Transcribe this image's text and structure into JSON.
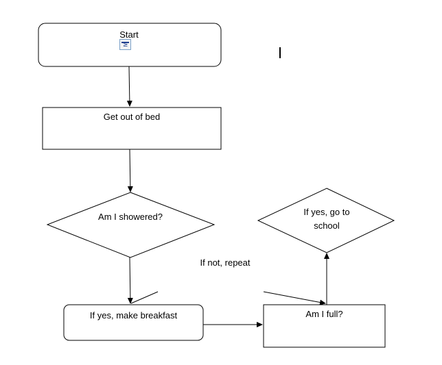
{
  "flowchart": {
    "nodes": {
      "start": {
        "label": "Start",
        "icon": "wrap-text-icon"
      },
      "get_out_of_bed": {
        "label": "Get out of bed"
      },
      "am_i_showered": {
        "label": "Am I showered?"
      },
      "make_breakfast": {
        "label": "If yes, make breakfast"
      },
      "am_i_full": {
        "label": "Am I full?"
      },
      "go_to_school": {
        "label": "If yes, go to school"
      }
    },
    "edges": [
      {
        "from": "start",
        "to": "get_out_of_bed",
        "label": ""
      },
      {
        "from": "get_out_of_bed",
        "to": "am_i_showered",
        "label": ""
      },
      {
        "from": "am_i_showered",
        "to": "make_breakfast",
        "label": ""
      },
      {
        "from": "make_breakfast",
        "to": "am_i_full",
        "label": ""
      },
      {
        "from": "am_i_full",
        "to": "go_to_school",
        "label": ""
      }
    ],
    "annotations": {
      "repeat_note": "If not, repeat"
    },
    "colors": {
      "stroke": "#000000",
      "fill": "#ffffff"
    }
  }
}
